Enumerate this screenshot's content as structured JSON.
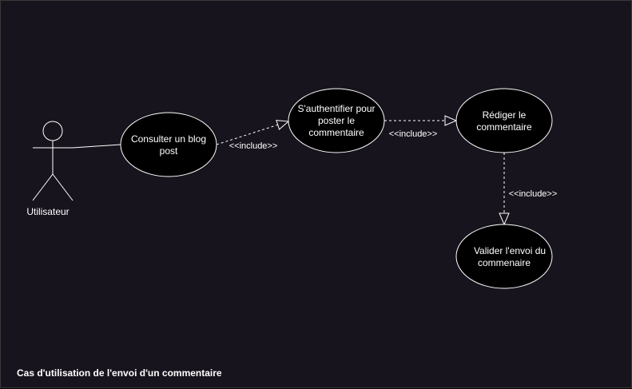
{
  "diagram": {
    "actor": {
      "label": "Utilisateur"
    },
    "use_cases": [
      {
        "id": "consulter",
        "lines": [
          "Consulter un blog",
          "post"
        ]
      },
      {
        "id": "authentifier",
        "lines": [
          "S'authentifier pour",
          "poster le",
          "commentaire"
        ]
      },
      {
        "id": "rediger",
        "lines": [
          "Rédiger le",
          "commentaire"
        ]
      },
      {
        "id": "valider",
        "lines": [
          "Valider l'envoi du",
          "commenaire"
        ]
      }
    ],
    "relations": [
      {
        "from": "consulter",
        "to": "authentifier",
        "label": "<<include>>"
      },
      {
        "from": "authentifier",
        "to": "rediger",
        "label": "<<include>>"
      },
      {
        "from": "rediger",
        "to": "valider",
        "label": "<<include>>"
      }
    ],
    "caption": "Cas d'utilisation de l'envoi d'un commentaire"
  },
  "colors": {
    "background": "#18141d",
    "ellipse_fill": "#000000",
    "stroke": "#ffffff",
    "text": "#ffffff"
  }
}
